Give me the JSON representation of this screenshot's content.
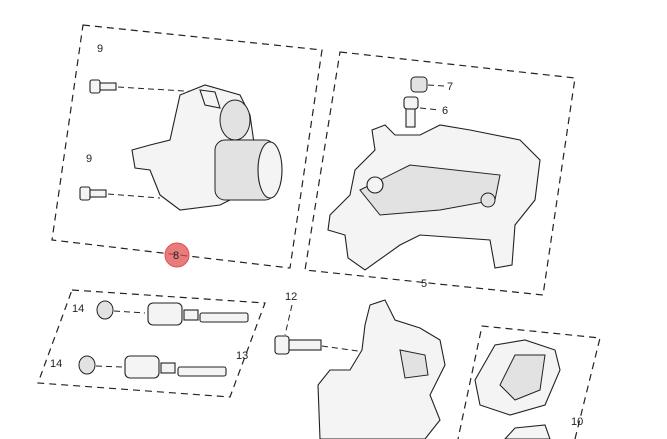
{
  "diagram": {
    "callouts": {
      "screw_top": "9",
      "screw_bottom": "9",
      "motor": "8",
      "bleed_cap": "7",
      "bleed_screw": "6",
      "caliper_housing": "5",
      "bolt": "12",
      "boot_top": "14",
      "boot_bottom": "14",
      "guide_kit": "13",
      "brake_pads": "10"
    },
    "highlight_color": "#e05050"
  }
}
